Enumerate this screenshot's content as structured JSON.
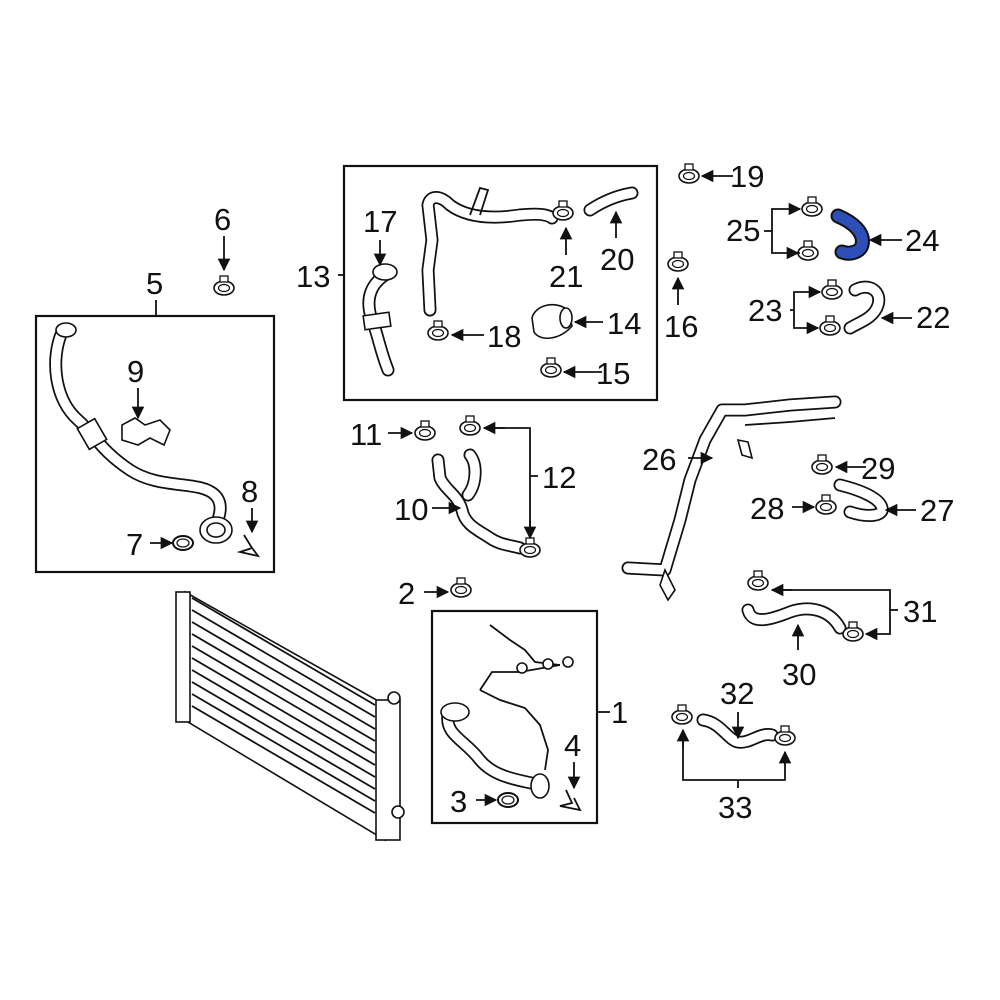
{
  "colors": {
    "line": "#111111",
    "highlight": "#2f4fb8",
    "background": "#ffffff"
  },
  "callouts": [
    "1",
    "2",
    "3",
    "4",
    "5",
    "6",
    "7",
    "8",
    "9",
    "10",
    "11",
    "12",
    "13",
    "14",
    "15",
    "16",
    "17",
    "18",
    "19",
    "20",
    "21",
    "22",
    "23",
    "24",
    "25",
    "26",
    "27",
    "28",
    "29",
    "30",
    "31",
    "32",
    "33"
  ],
  "highlighted_part": "24"
}
